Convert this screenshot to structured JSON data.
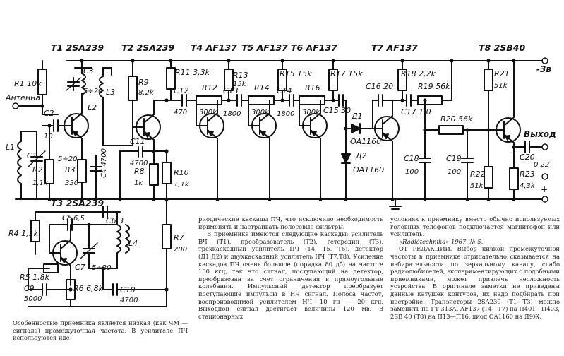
{
  "transistors": {
    "t1": "T1 2SA239",
    "t2": "T2 2SA239",
    "t3": "T3 2SA239",
    "t4": "T4 AF137",
    "t5": "T5 AF137",
    "t6a": "T6 AF137",
    "t7": "T7 AF137",
    "t8": "T8 2SB40"
  },
  "components": {
    "r1": "R1 10k",
    "antenna": "Антенна",
    "l1": "L1",
    "c1": "C1",
    "c1v": "5÷20",
    "c2": "C2",
    "c2v": "10",
    "r2": "R2",
    "r2v": "1,1k",
    "r3": "R3",
    "r3v": "330",
    "l2": "L2",
    "c3": "C3",
    "c3v": "5÷20",
    "l3": "L3",
    "c4": "C4 4700",
    "r9": "R9",
    "r9v": "8,2k",
    "c11": "C11",
    "c11v": "4700",
    "r8": "R8",
    "r8v": "1k",
    "r10": "R10",
    "r10v": "1,1k",
    "r7": "R7",
    "r7v": "200",
    "r11": "R11 3,3k",
    "c12": "C12",
    "c12v": "470",
    "r12": "R12",
    "r12v": "300k",
    "r13": "R13",
    "r13v": "15k",
    "c13": "C13",
    "c13v": "1800",
    "r14": "R14",
    "r14v": "300k",
    "r15": "R15 15k",
    "c14": "C14",
    "c14v": "1800",
    "r16": "R16",
    "r16v": "300k",
    "r17": "R17 15k",
    "c15": "C15 30",
    "d1": "Д1",
    "d1v": "OA1160",
    "d2": "Д2",
    "d2v": "OA1160",
    "c16": "C16 20",
    "r18": "R18 2,2k",
    "r19": "R19 56k",
    "c17": "C17 1,0",
    "r20": "R20 56k",
    "c18": "C18",
    "c18v": "100",
    "c19": "C19",
    "c19v": "100",
    "r21": "R21",
    "r21v": "51k",
    "r22": "R22",
    "r22v": "51k",
    "r23": "R23",
    "r23v": "4,3k",
    "c20": "C20",
    "c20v": "0,22",
    "output": "Выход",
    "supply": "-3в",
    "plus": "+",
    "c5": "C5",
    "c5v": "6,5",
    "c6": "C6 3",
    "r4": "R4 1,1k",
    "l4": "L4",
    "r5": "R5 1,8k",
    "c7": "C7",
    "c7v": "5÷20",
    "c9": "C9",
    "c9v": "5000",
    "r6": "R6 6,8k",
    "c10": "C10",
    "c10v": "4700"
  },
  "text_left": "Особенностью приемника является низкая (как ЧМ — сигнала) промежуточная частота. В усилителе ПЧ используются иде-",
  "text_mid": [
    "риодические каскады ПЧ, что исключило необходимость применять и настраивать полосовые фильтры.",
    "В приемнике имеются следующие каскады: усилитель ВЧ (T1), преобразователь (T2), гетеродин (T3), трехкаскадный усилитель ПЧ (T4, T5, T6), детектор (Д1,Д2) и двухкаскадный усилитель НЧ (T7,T8). Усиление каскадов ПЧ очень большое (порядка 80 дб) на частоте 100 кгц, так что сигнал, поступающий на детектор, преобразован за счет ограничения в прямоугольные колебания. Импульсный детектор преобразует поступающие импульсы в НЧ сигнал. Полоса частот, воспроизводимой усилителем НЧ, 10 гц — 20 кгц. Выходной сигнал достигает величины 120 мв. В стационарных"
  ],
  "text_right": {
    "p1": "условиях к приемнику вместо обычно используемых головных телефонов подключается магнитофон или усилитель.",
    "source": "«Rádiótechnika» 1967, № 5.",
    "p2": "ОТ РЕДАКЦИИ. Выбор низкой промежуточной частоты в приемнике отрицательно сказывается на избирательности по зеркальному каналу, слабо радиолюбителей, экспериментирующих с подобными приемниками, может привлечь несложность устройства. В оригинале заметки не приведены данные катушек контуров, их надо подбирать при настройке. Транзисторы 2SA239 (T1—T3) можно заменить на ГТ 313А, AF137 (T4—T7) на П401—П403, 2SB 40 (T8) на П13—П16, диод OA1160 на Д9Ж."
  }
}
